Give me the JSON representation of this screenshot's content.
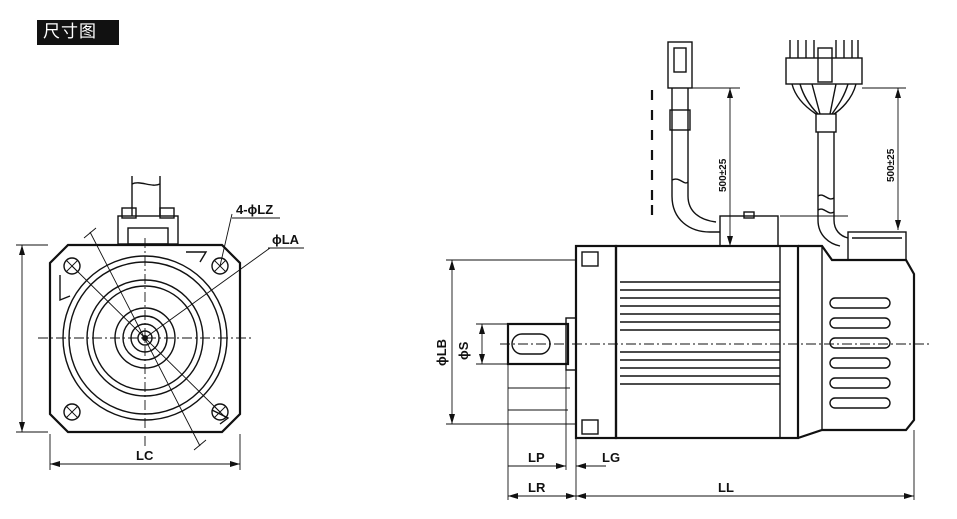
{
  "title": "尺寸图",
  "labels": {
    "lz": "4-ϕLZ",
    "la": "ϕLA",
    "lc": "LC",
    "lb": "ϕLB",
    "s": "ϕS",
    "lp": "LP",
    "lg": "LG",
    "lr": "LR",
    "ll": "LL",
    "cable_left": "500±25",
    "cable_right": "500±25"
  }
}
